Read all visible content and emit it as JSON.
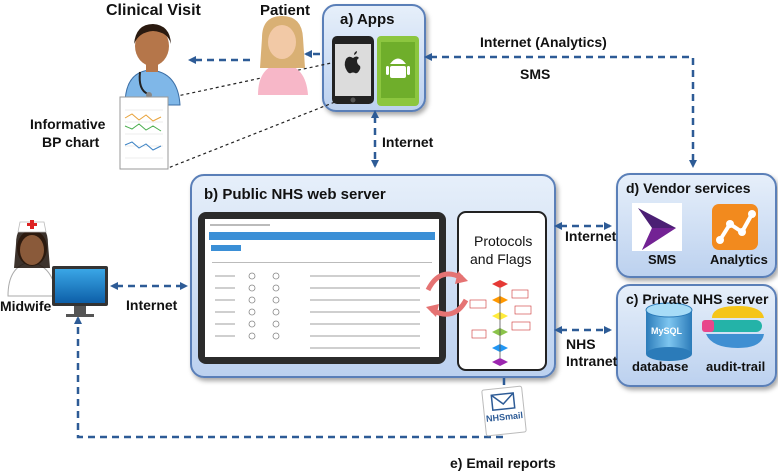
{
  "labels": {
    "clinical_visit": "Clinical Visit",
    "patient": "Patient",
    "informative_bp_line1": "Informative",
    "informative_bp_line2": "BP chart",
    "apps": "a) Apps",
    "internet_analytics": "Internet (Analytics)",
    "sms_link": "SMS",
    "internet_apps_server": "Internet",
    "web_server": "b) Public NHS web server",
    "internet_midwife": "Internet",
    "midwife": "Midwife",
    "protocols_line1": "Protocols",
    "protocols_line2": "and Flags",
    "internet_vendor": "Internet",
    "nhs_intranet_line1": "NHS",
    "nhs_intranet_line2": "Intranet",
    "vendor_services": "d) Vendor services",
    "sms_service": "SMS",
    "analytics_service": "Analytics",
    "private_server": "c) Private NHS server",
    "database": "database",
    "audit_trail": "audit-trail",
    "email_reports": "e) Email reports",
    "nhsmail": "NHSmail",
    "mysql": "MySQL"
  },
  "colors": {
    "arrow": "#2d5b96",
    "panel_border": "#5a7fb8",
    "analytics_orange": "#f28a1e",
    "sms_purple": "#4b1f74",
    "android_green": "#8cc63f"
  },
  "icons": [
    "clinician-icon",
    "patient-icon",
    "iphone-icon",
    "android-phone-icon",
    "bp-chart-icon",
    "midwife-icon",
    "monitor-icon",
    "laptop-screen-icon",
    "refresh-cycle-icon",
    "flowchart-icon",
    "sms-logo-icon",
    "analytics-logo-icon",
    "mysql-database-icon",
    "elastic-logo-icon",
    "email-icon"
  ]
}
